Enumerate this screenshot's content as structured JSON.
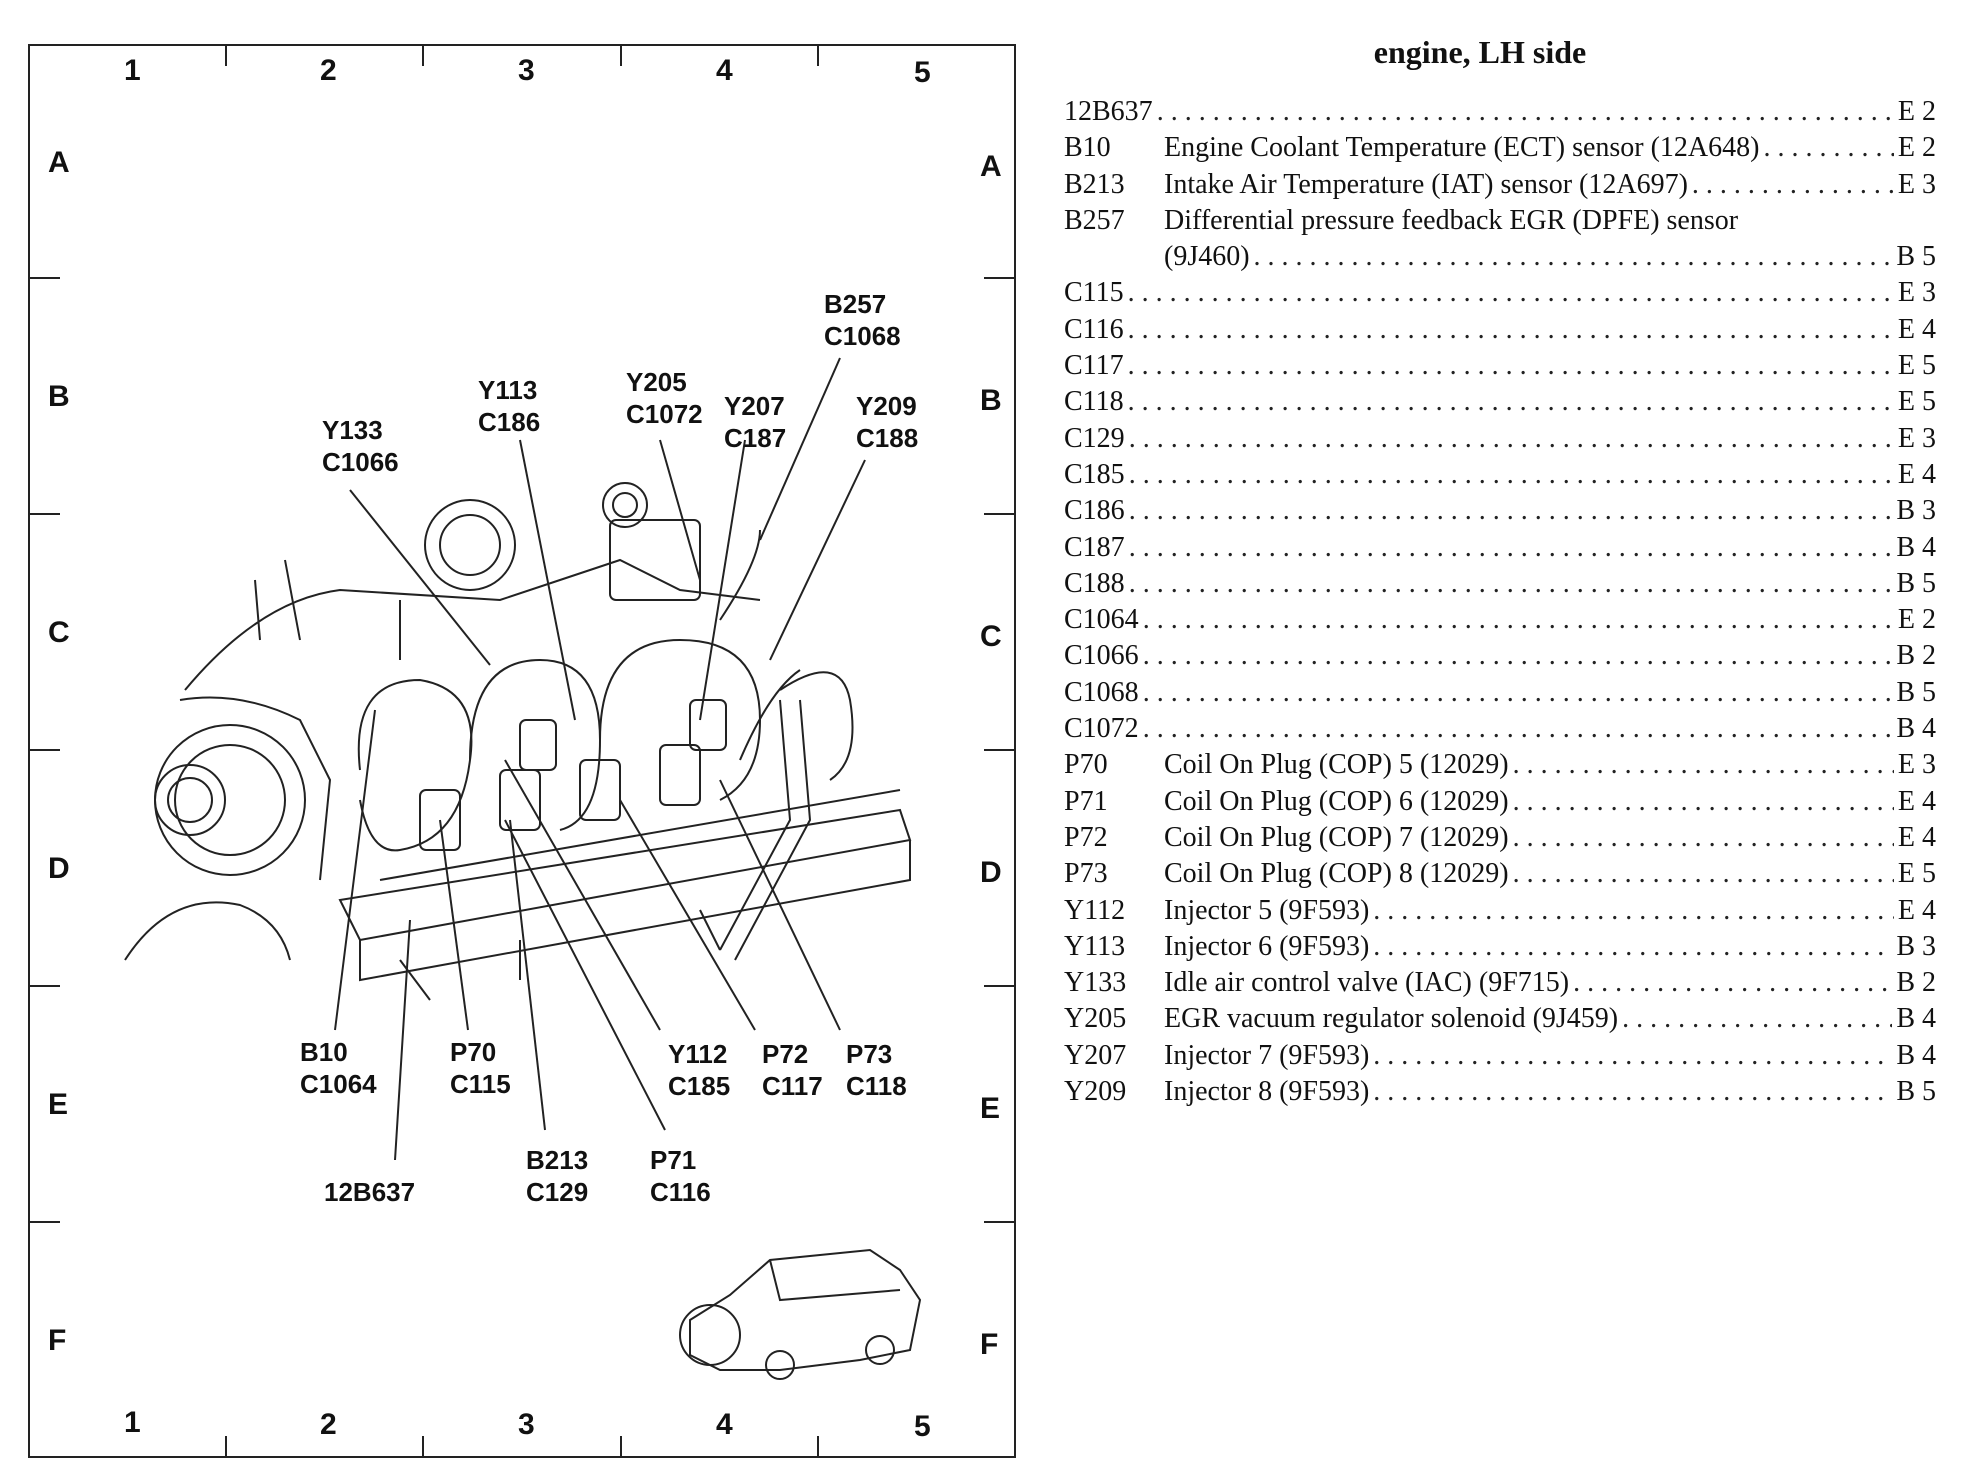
{
  "title": "engine, LH side",
  "grid": {
    "columns": [
      "1",
      "2",
      "3",
      "4",
      "5"
    ],
    "rows": [
      "A",
      "B",
      "C",
      "D",
      "E",
      "F"
    ]
  },
  "callouts": [
    {
      "id": "b257",
      "lines": [
        "B257",
        "C1068"
      ]
    },
    {
      "id": "y113",
      "lines": [
        "Y113",
        "C186"
      ]
    },
    {
      "id": "y205",
      "lines": [
        "Y205",
        "C1072"
      ]
    },
    {
      "id": "y207",
      "lines": [
        "Y207",
        "C187"
      ]
    },
    {
      "id": "y209",
      "lines": [
        "Y209",
        "C188"
      ]
    },
    {
      "id": "y133",
      "lines": [
        "Y133",
        "C1066"
      ]
    },
    {
      "id": "b10",
      "lines": [
        "B10",
        "C1064"
      ]
    },
    {
      "id": "p70",
      "lines": [
        "P70",
        "C115"
      ]
    },
    {
      "id": "y112",
      "lines": [
        "Y112",
        "C185"
      ]
    },
    {
      "id": "p72",
      "lines": [
        "P72",
        "C117"
      ]
    },
    {
      "id": "p73",
      "lines": [
        "P73",
        "C118"
      ]
    },
    {
      "id": "b213",
      "lines": [
        "B213",
        "C129"
      ]
    },
    {
      "id": "p71",
      "lines": [
        "P71",
        "C116"
      ]
    },
    {
      "id": "12b637",
      "lines": [
        "12B637"
      ]
    }
  ],
  "index": [
    {
      "code": "12B637",
      "desc": "",
      "loc": "E 2"
    },
    {
      "code": "B10",
      "desc": "Engine Coolant Temperature (ECT) sensor (12A648)",
      "loc": "E 2"
    },
    {
      "code": "B213",
      "desc": "Intake Air Temperature (IAT) sensor (12A697)",
      "loc": "E 3"
    },
    {
      "code": "B257",
      "desc": "Differential pressure feedback EGR (DPFE) sensor",
      "desc2": "(9J460)",
      "loc": "B 5"
    },
    {
      "code": "C115",
      "desc": "",
      "loc": "E 3"
    },
    {
      "code": "C116",
      "desc": "",
      "loc": "E 4"
    },
    {
      "code": "C117",
      "desc": "",
      "loc": "E 5"
    },
    {
      "code": "C118",
      "desc": "",
      "loc": "E 5"
    },
    {
      "code": "C129",
      "desc": "",
      "loc": "E 3"
    },
    {
      "code": "C185",
      "desc": "",
      "loc": "E 4"
    },
    {
      "code": "C186",
      "desc": "",
      "loc": "B 3"
    },
    {
      "code": "C187",
      "desc": "",
      "loc": "B 4"
    },
    {
      "code": "C188",
      "desc": "",
      "loc": "B 5"
    },
    {
      "code": "C1064",
      "desc": "",
      "loc": "E 2"
    },
    {
      "code": "C1066",
      "desc": "",
      "loc": "B 2"
    },
    {
      "code": "C1068",
      "desc": "",
      "loc": "B 5"
    },
    {
      "code": "C1072",
      "desc": "",
      "loc": "B 4"
    },
    {
      "code": "P70",
      "desc": "Coil On Plug (COP) 5 (12029)",
      "loc": "E 3"
    },
    {
      "code": "P71",
      "desc": "Coil On Plug (COP) 6 (12029)",
      "loc": "E 4"
    },
    {
      "code": "P72",
      "desc": "Coil On Plug (COP) 7 (12029)",
      "loc": "E 4"
    },
    {
      "code": "P73",
      "desc": "Coil On Plug (COP) 8 (12029)",
      "loc": "E 5"
    },
    {
      "code": "Y112",
      "desc": "Injector 5 (9F593)",
      "loc": "E 4"
    },
    {
      "code": "Y113",
      "desc": "Injector 6 (9F593)",
      "loc": "B 3"
    },
    {
      "code": "Y133",
      "desc": "Idle air control valve (IAC) (9F715)",
      "loc": "B 2"
    },
    {
      "code": "Y205",
      "desc": "EGR vacuum regulator solenoid (9J459)",
      "loc": "B 4"
    },
    {
      "code": "Y207",
      "desc": "Injector 7 (9F593)",
      "loc": "B 4"
    },
    {
      "code": "Y209",
      "desc": "Injector 8 (9F593)",
      "loc": "B 5"
    }
  ]
}
